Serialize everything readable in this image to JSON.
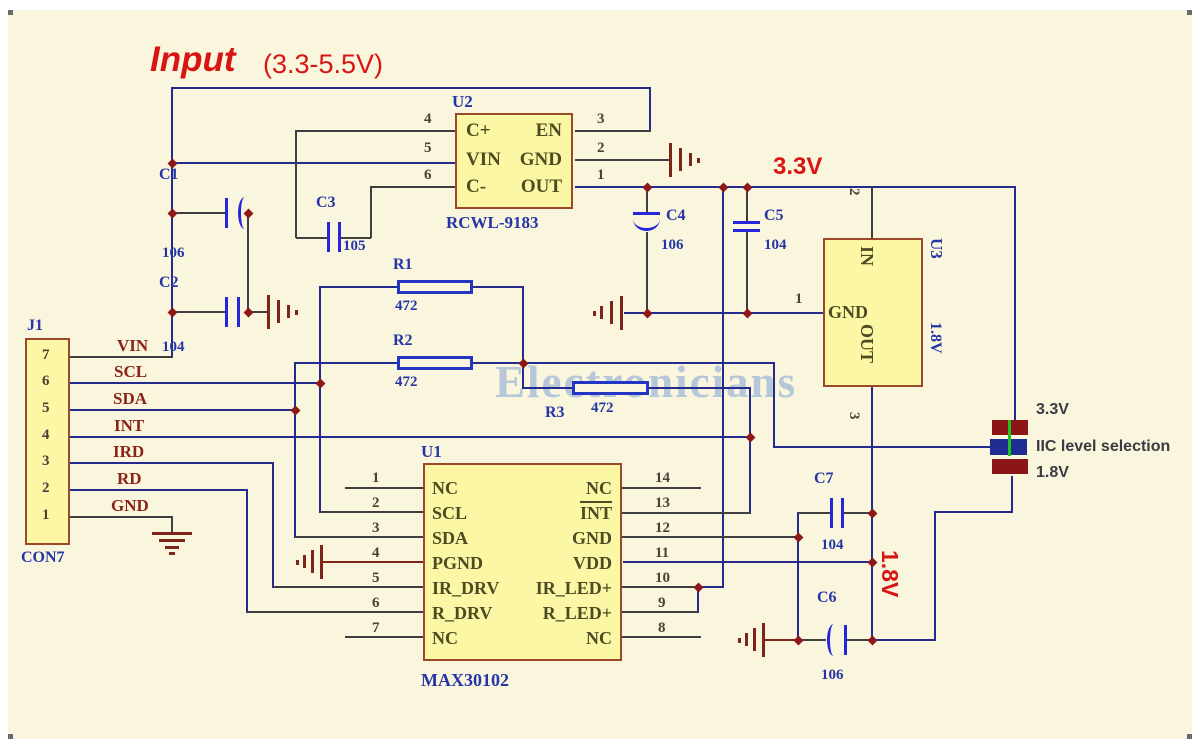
{
  "title": {
    "main": "Input",
    "range": "(3.3-5.5V)"
  },
  "watermark": "Electronicians",
  "rails": {
    "v33": "3.3V",
    "v18": "1.8V"
  },
  "jumper": {
    "top": "3.3V",
    "middle": "IIC level selection",
    "bottom": "1.8V"
  },
  "j1": {
    "ref": "J1",
    "part": "CON7",
    "pins": [
      {
        "num": "7",
        "net": "VIN"
      },
      {
        "num": "6",
        "net": "SCL"
      },
      {
        "num": "5",
        "net": "SDA"
      },
      {
        "num": "4",
        "net": "INT"
      },
      {
        "num": "3",
        "net": "IRD"
      },
      {
        "num": "2",
        "net": "RD"
      },
      {
        "num": "1",
        "net": "GND"
      }
    ]
  },
  "u1": {
    "ref": "U1",
    "part": "MAX30102",
    "left_pins": [
      {
        "num": "1",
        "name": "NC"
      },
      {
        "num": "2",
        "name": "SCL"
      },
      {
        "num": "3",
        "name": "SDA"
      },
      {
        "num": "4",
        "name": "PGND"
      },
      {
        "num": "5",
        "name": "IR_DRV"
      },
      {
        "num": "6",
        "name": "R_DRV"
      },
      {
        "num": "7",
        "name": "NC"
      }
    ],
    "right_pins": [
      {
        "num": "14",
        "name": "NC"
      },
      {
        "num": "13",
        "name": "INT"
      },
      {
        "num": "12",
        "name": "GND"
      },
      {
        "num": "11",
        "name": "VDD"
      },
      {
        "num": "10",
        "name": "IR_LED+"
      },
      {
        "num": "9",
        "name": "R_LED+"
      },
      {
        "num": "8",
        "name": "NC"
      }
    ]
  },
  "u2": {
    "ref": "U2",
    "part": "RCWL-9183",
    "left_pins": [
      {
        "num": "4",
        "name": "C+"
      },
      {
        "num": "5",
        "name": "VIN"
      },
      {
        "num": "6",
        "name": "C-"
      }
    ],
    "right_pins": [
      {
        "num": "3",
        "name": "EN"
      },
      {
        "num": "2",
        "name": "GND"
      },
      {
        "num": "1",
        "name": "OUT"
      }
    ]
  },
  "u3": {
    "ref": "U3",
    "value": "1.8V",
    "pin_in": "IN",
    "pin_gnd": "GND",
    "pin_out": "OUT",
    "num_top": "2",
    "num_left": "1",
    "num_bottom": "3"
  },
  "capacitors": {
    "c1": {
      "ref": "C1",
      "value": "106"
    },
    "c2": {
      "ref": "C2",
      "value": "104"
    },
    "c3": {
      "ref": "C3",
      "value": "105"
    },
    "c4": {
      "ref": "C4",
      "value": "106"
    },
    "c5": {
      "ref": "C5",
      "value": "104"
    },
    "c6": {
      "ref": "C6",
      "value": "106"
    },
    "c7": {
      "ref": "C7",
      "value": "104"
    }
  },
  "resistors": {
    "r1": {
      "ref": "R1",
      "value": "472"
    },
    "r2": {
      "ref": "R2",
      "value": "472"
    },
    "r3": {
      "ref": "R3",
      "value": "472"
    }
  },
  "colors": {
    "background": "#f9f6dd",
    "wire_blue": "#252a8f",
    "wire_black": "#3f3f3f",
    "component_blue": "#2526d8",
    "chip_fill": "#fcf7a4",
    "chip_border": "#9a4a28",
    "junction_dot": "#8c1818",
    "ground_red": "#7e2418",
    "accent_red": "#d81515",
    "label_blue": "#2535a8",
    "net_label_red": "#8c2318",
    "watermark_blue": "#82a0d7",
    "jumper_green": "#1ec41e"
  }
}
